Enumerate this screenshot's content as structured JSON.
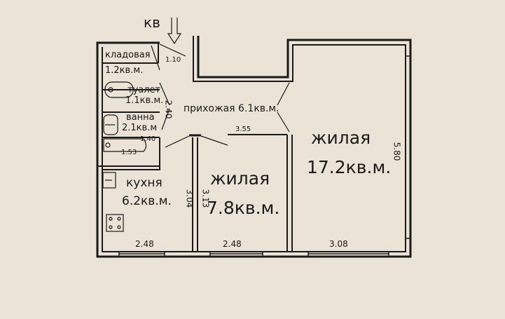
{
  "entrance": {
    "label": "кв"
  },
  "rooms": {
    "storage": {
      "name": "кладовая",
      "area": "1.2кв.м."
    },
    "toilet": {
      "name": "туалет",
      "area": "1.1кв.м."
    },
    "bath": {
      "name": "ванна",
      "area": "2.1кв.м"
    },
    "hallway": {
      "name": "прихожая 6.1кв.м."
    },
    "living_large": {
      "name": "жилая",
      "area": "17.2кв.м."
    },
    "kitchen": {
      "name": "кухня",
      "area": "6.2кв.м."
    },
    "living_small": {
      "name": "жилая",
      "area": "7.8кв.м."
    }
  },
  "dimensions": {
    "d110": "1.10",
    "d240": "2.40",
    "d140": "1.40",
    "d153": "1.53",
    "d355": "3.55",
    "d580": "5.80",
    "d304": "3.04",
    "d313": "3.13",
    "kitchen_width": "2.48",
    "small_room_width": "2.48",
    "large_room_width": "3.08"
  }
}
